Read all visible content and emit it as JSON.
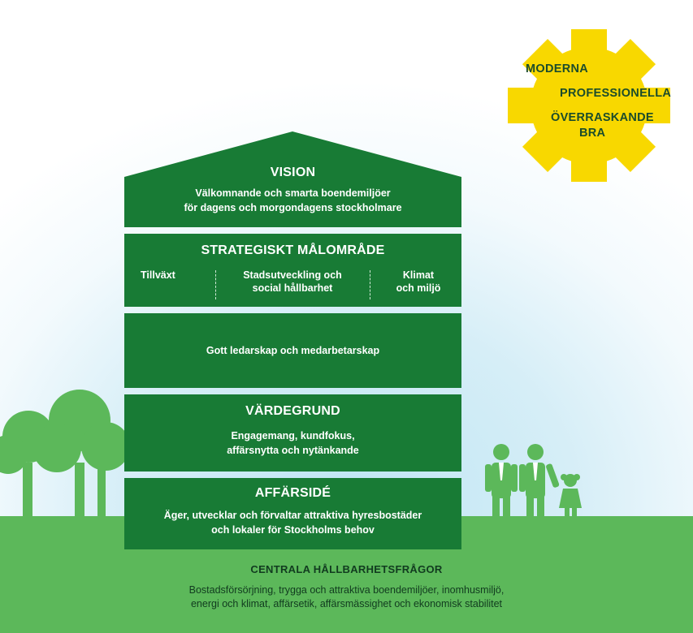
{
  "sun": {
    "color": "#f8d800",
    "words": [
      "MODERNA",
      "PROFESSIONELLA",
      "ÖVERRASKANDE",
      "BRA"
    ]
  },
  "house": {
    "color": "#187b35",
    "vision": {
      "title": "VISION",
      "line1": "Välkomnande och smarta boendemiljöer",
      "line2": "för dagens och morgondagens stockholmare"
    },
    "strategic": {
      "title": "STRATEGISKT MÅLOMRÅDE",
      "col1": "Tillväxt",
      "col2_line1": "Stadsutveckling och",
      "col2_line2": "social hållbarhet",
      "col3_line1": "Klimat",
      "col3_line2": "och miljö"
    },
    "leadership": {
      "text": "Gott ledarskap och medarbetarskap"
    },
    "values": {
      "title": "VÄRDEGRUND",
      "line1": "Engagemang, kundfokus,",
      "line2": "affärsnytta och nytänkande"
    },
    "business": {
      "title": "AFFÄRSIDÉ",
      "line1": "Äger, utvecklar och förvaltar attraktiva hyresbostäder",
      "line2": "och lokaler för Stockholms behov"
    }
  },
  "foundation": {
    "title": "CENTRALA HÅLLBARHETSFRÅGOR",
    "line1": "Bostadsförsörjning, trygga och attraktiva boendemiljöer, inomhusmiljö,",
    "line2": "energi och klimat, affärsetik, affärsmässighet och ekonomisk stabilitet"
  },
  "colors": {
    "ground": "#5cb85a",
    "people": "#5cb85a",
    "trees": "#5cb85a"
  }
}
